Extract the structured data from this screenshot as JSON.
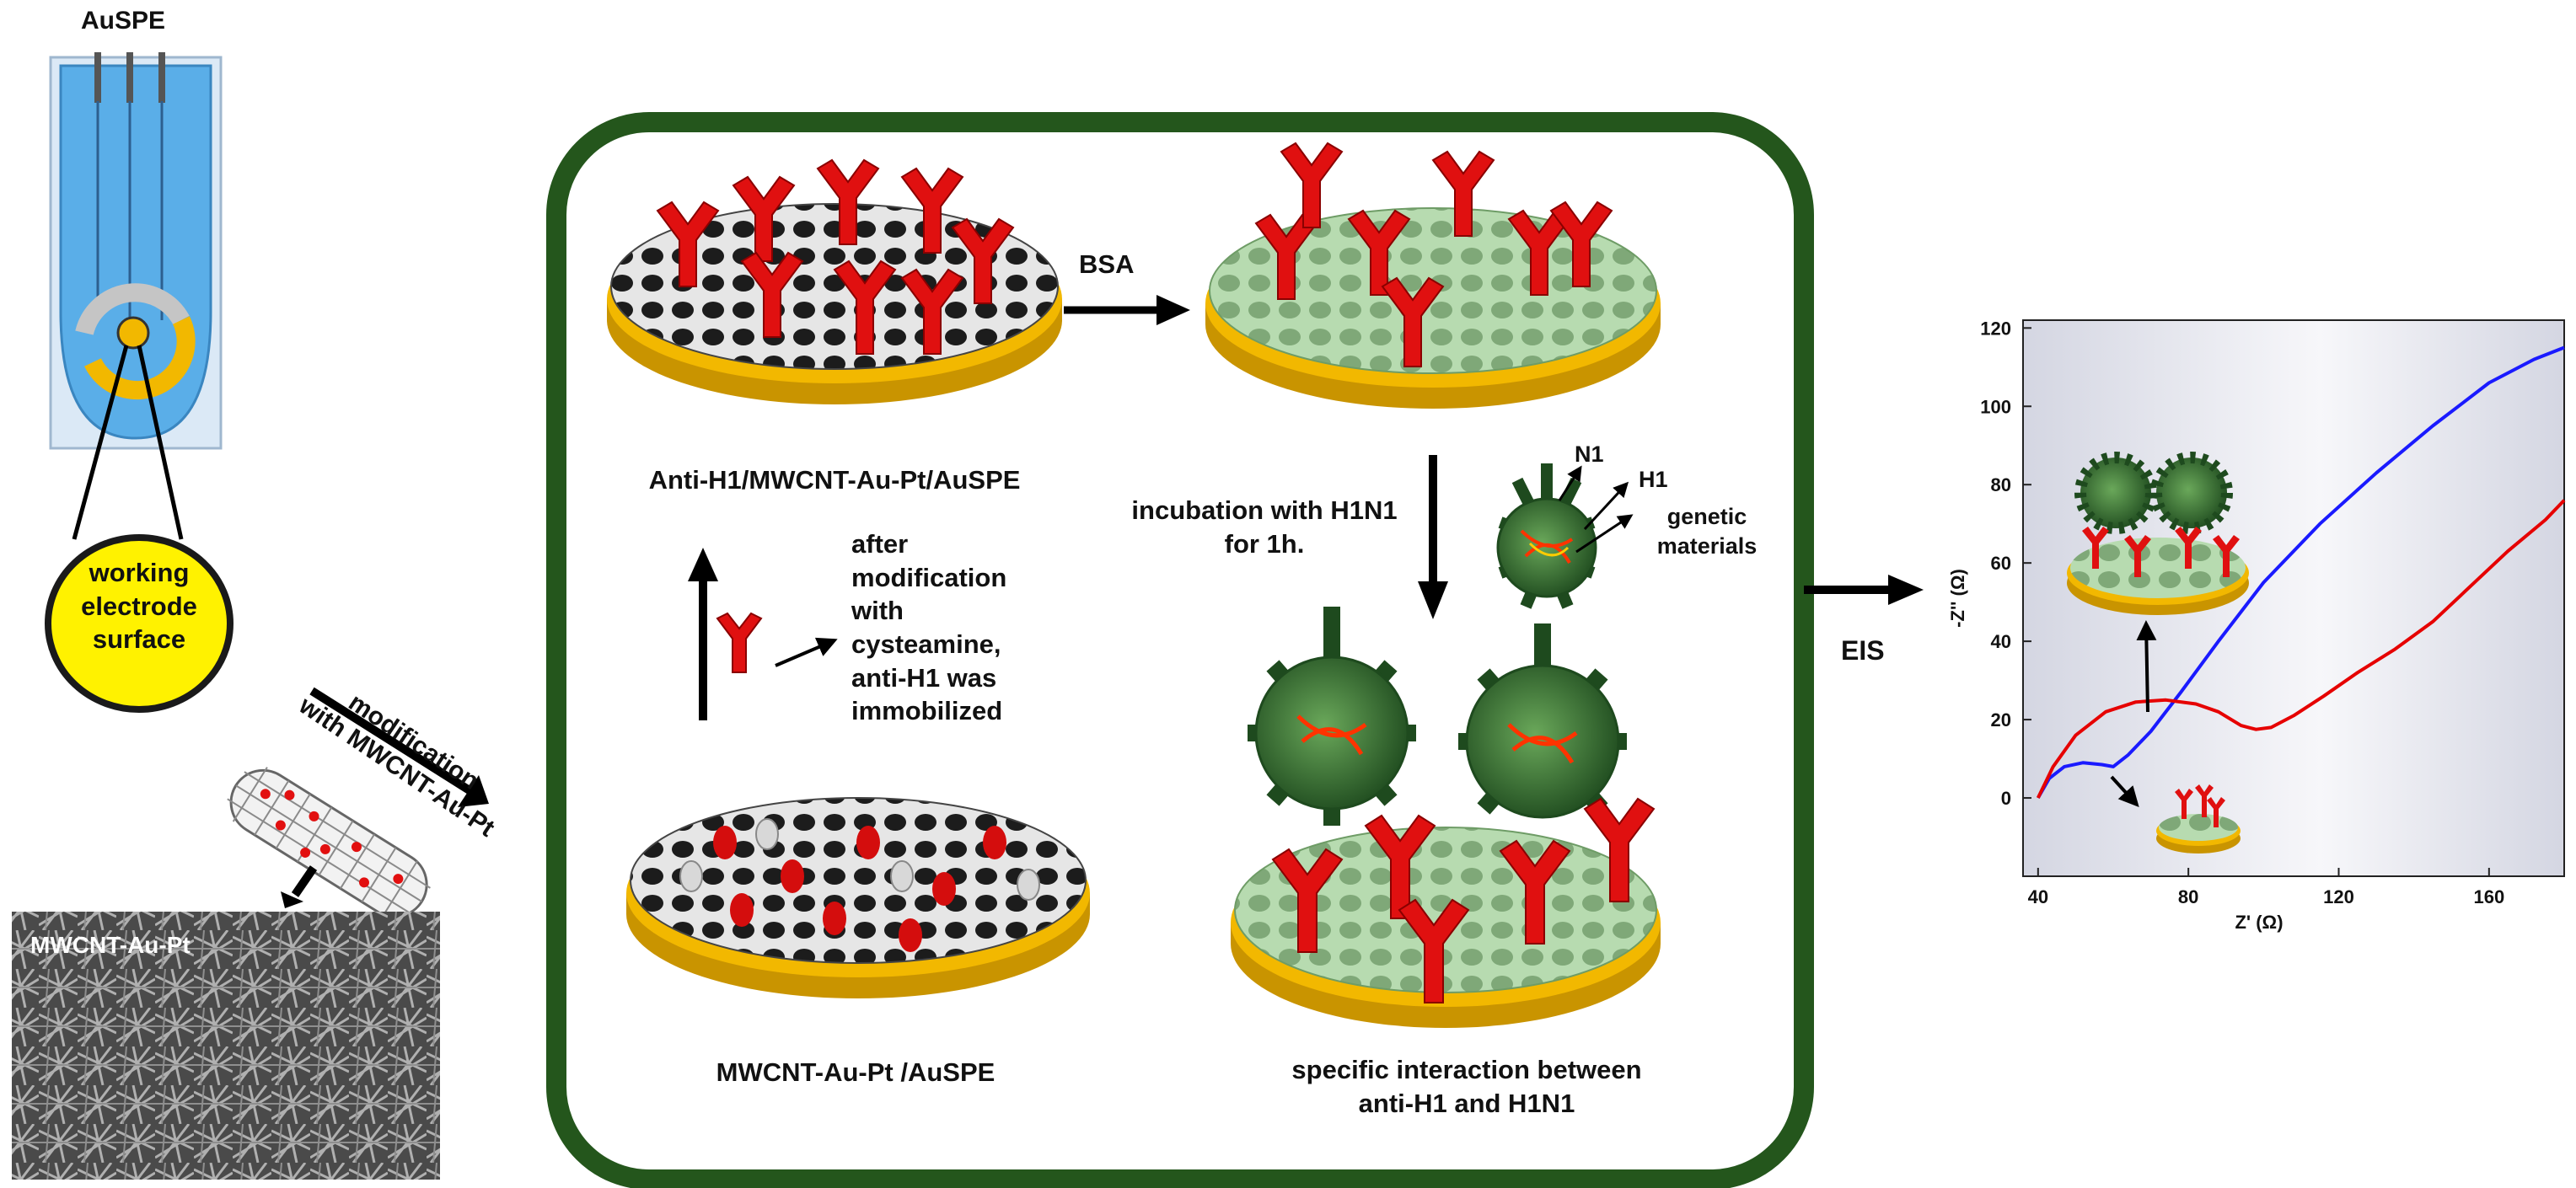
{
  "electrode": {
    "title": "AuSPE",
    "surface_lines": [
      "working",
      "electrode",
      "surface"
    ]
  },
  "modification": {
    "lines": [
      "modification",
      "with MWCNT-Au-Pt"
    ]
  },
  "sem": {
    "label": "MWCNT-Au-Pt"
  },
  "panel": {
    "stage_bottom_left": "MWCNT-Au-Pt /AuSPE",
    "stage_top_left": "Anti-H1/MWCNT-Au-Pt/AuSPE",
    "immobilization_lines": [
      "after",
      "modification",
      "with",
      "cysteamine,",
      "anti-H1 was",
      "immobilized"
    ],
    "bsa": "BSA",
    "incubation_lines": [
      "incubation with H1N1",
      "for 1h."
    ],
    "virus_parts": {
      "n1": "N1",
      "h1": "H1",
      "genetic": [
        "genetic",
        "materials"
      ]
    },
    "interaction_lines": [
      "specific interaction between",
      "anti-H1 and H1N1"
    ]
  },
  "eis": {
    "label": "EIS"
  },
  "chart_data": {
    "type": "line",
    "title": "",
    "xlabel": "Z' (Ω)",
    "ylabel": "-Z'' (Ω)",
    "xlim": [
      36,
      180
    ],
    "ylim": [
      -20,
      122
    ],
    "xticks": [
      "40",
      "80",
      "120",
      "160"
    ],
    "yticks": [
      "0",
      "20",
      "40",
      "60",
      "80",
      "100",
      "120"
    ],
    "grid": false,
    "series": [
      {
        "color": "#1a1aff",
        "x": [
          40,
          43,
          47,
          52,
          57,
          60,
          64,
          70,
          78,
          88,
          100,
          115,
          130,
          145,
          160,
          172,
          180
        ],
        "y": [
          0,
          5,
          8,
          9,
          8.5,
          8,
          11,
          17,
          27,
          40,
          55,
          70,
          83,
          95,
          106,
          112,
          115
        ]
      },
      {
        "color": "#e60000",
        "x": [
          40,
          44,
          50,
          58,
          66,
          74,
          82,
          88,
          94,
          98,
          102,
          108,
          116,
          125,
          135,
          145,
          155,
          165,
          175,
          180
        ],
        "y": [
          0,
          8,
          16,
          22,
          24.5,
          25,
          24,
          22,
          18.5,
          17.5,
          18,
          21,
          26,
          32,
          38,
          45,
          54,
          63,
          71,
          76
        ]
      }
    ]
  },
  "colors": {
    "panel_border": "#24561c",
    "antibody": "#e01010",
    "gold": "#f2b800",
    "electrode_blue": "#5aaee8",
    "surface_yellow": "#fff200",
    "virus_green": "#2f6b2f",
    "bsa_green": "#b7dbb0"
  },
  "icons": [
    "antibody-icon",
    "h1n1-virus-icon",
    "nanotube-icon",
    "arrow-icon"
  ]
}
